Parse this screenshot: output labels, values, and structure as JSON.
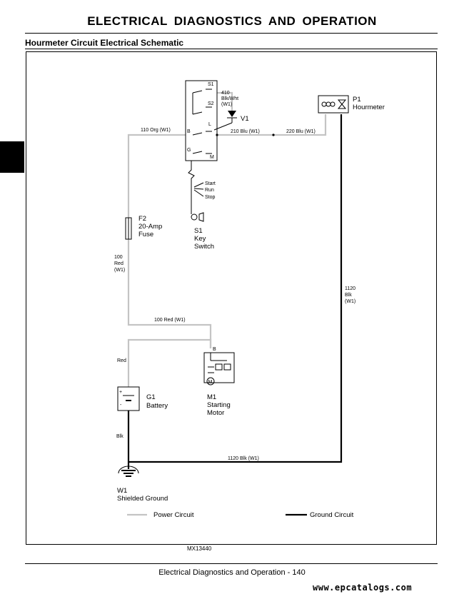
{
  "header": {
    "title": "ELECTRICAL   DIAGNOSTICS AND OPERATION"
  },
  "section": {
    "title": "Hourmeter Circuit Electrical Schematic"
  },
  "figure_id": "MX13440",
  "footer": {
    "text": "Electrical   Diagnostics and Operation - 140"
  },
  "watermark": "www.epcatalogs.com",
  "colors": {
    "power_circuit": "#c4c4c4",
    "ground_circuit": "#000000"
  },
  "diagram": {
    "key_switch": {
      "terminals": {
        "s1": "S1",
        "s2": "S2",
        "b": "B",
        "l": "L",
        "g": "G",
        "m": "M"
      },
      "positions": {
        "start": "Start",
        "run": "Run",
        "stop": "Stop"
      },
      "ref": "S1",
      "name_line1": "Key",
      "name_line2": "Switch"
    },
    "diode": {
      "ref": "V1"
    },
    "hourmeter": {
      "ref": "P1",
      "name": "Hourmeter"
    },
    "fuse": {
      "ref": "F2",
      "name_line1": "20-Amp",
      "name_line2": "Fuse"
    },
    "starting_motor": {
      "terminal": "B",
      "motor_symbol": "M",
      "ref": "M1",
      "name_line1": "Starting",
      "name_line2": "Motor"
    },
    "battery": {
      "plus": "+",
      "minus": "-",
      "ref": "G1",
      "name": "Battery"
    },
    "ground": {
      "ref": "W1",
      "name": "Shielded Ground"
    },
    "wires": {
      "w410_line1": "410",
      "w410_line2": "Blk/Wht",
      "w410_line3": "(W1)",
      "w110": "110 Org (W1)",
      "w210": "210 Blu (W1)",
      "w220": "220 Blu (W1)",
      "w100v_line1": "100",
      "w100v_line2": "Red",
      "w100v_line3": "(W1)",
      "w100h": "100 Red (W1)",
      "w1120v_line1": "1120",
      "w1120v_line2": "Blk",
      "w1120v_line3": "(W1)",
      "w1120h": "1120 Blk (W1)",
      "red": "Red",
      "blk": "Blk"
    },
    "legend": {
      "power": "Power Circuit",
      "ground": "Ground Circuit"
    }
  }
}
